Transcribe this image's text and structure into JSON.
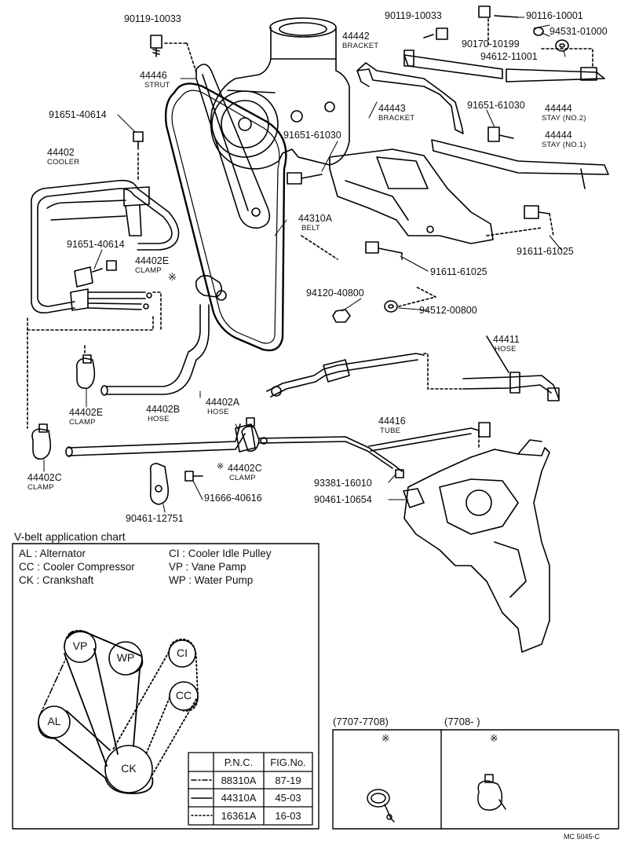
{
  "parts": [
    {
      "pn": "90119-10033"
    },
    {
      "pn": "44446",
      "desc": "STRUT"
    },
    {
      "pn": "91651-40614"
    },
    {
      "pn": "44402",
      "desc": "COOLER"
    },
    {
      "pn": "91651-40614"
    },
    {
      "pn": "44402E",
      "desc": "CLAMP"
    },
    {
      "pn": "44402E",
      "desc": "CLAMP"
    },
    {
      "pn": "44402B",
      "desc": "HOSE"
    },
    {
      "pn": "44402C",
      "desc": "CLAMP"
    },
    {
      "pn": "44402A",
      "desc": "HOSE"
    },
    {
      "pn": "44402C",
      "desc": "CLAMP"
    },
    {
      "pn": "91666-40616"
    },
    {
      "pn": "90461-12751"
    },
    {
      "pn": "90119-10033"
    },
    {
      "pn": "90116-10001"
    },
    {
      "pn": "94531-01000"
    },
    {
      "pn": "90170-10199"
    },
    {
      "pn": "94612-11001"
    },
    {
      "pn": "44442",
      "desc": "BRACKET"
    },
    {
      "pn": "44443",
      "desc": "BRACKET"
    },
    {
      "pn": "91651-61030"
    },
    {
      "pn": "91651-61030"
    },
    {
      "pn": "44444",
      "desc": "STAY (NO.2)"
    },
    {
      "pn": "44444",
      "desc": "STAY (NO.1)"
    },
    {
      "pn": "44310A",
      "desc": "BELT"
    },
    {
      "pn": "91611-61025"
    },
    {
      "pn": "91611-61025"
    },
    {
      "pn": "94120-40800"
    },
    {
      "pn": "94512-00800"
    },
    {
      "pn": "44411",
      "desc": "HOSE"
    },
    {
      "pn": "44416",
      "desc": "TUBE"
    },
    {
      "pn": "93381-16010"
    },
    {
      "pn": "90461-10654"
    }
  ],
  "vbelt": {
    "title": "V-belt application chart",
    "legend": [
      "AL : Alternator",
      "CC : Cooler Compressor",
      "CK : Crankshaft",
      "CI : Cooler Idle Pulley",
      "VP : Vane Pamp",
      "WP : Water Pump"
    ],
    "pulleys": [
      "VP",
      "WP",
      "AL",
      "CK",
      "CI",
      "CC"
    ],
    "table": {
      "headers": [
        "P.N.C.",
        "FIG.No."
      ],
      "rows": [
        {
          "pnc": "88310A",
          "fig": "87-19"
        },
        {
          "pnc": "44310A",
          "fig": "45-03"
        },
        {
          "pnc": "16361A",
          "fig": "16-03"
        }
      ]
    }
  },
  "inset": {
    "headers": [
      "(7707-7708)",
      "(7708-        )"
    ],
    "mark": "※"
  },
  "star_mark": "※",
  "figure_code": "MC 5045-C"
}
